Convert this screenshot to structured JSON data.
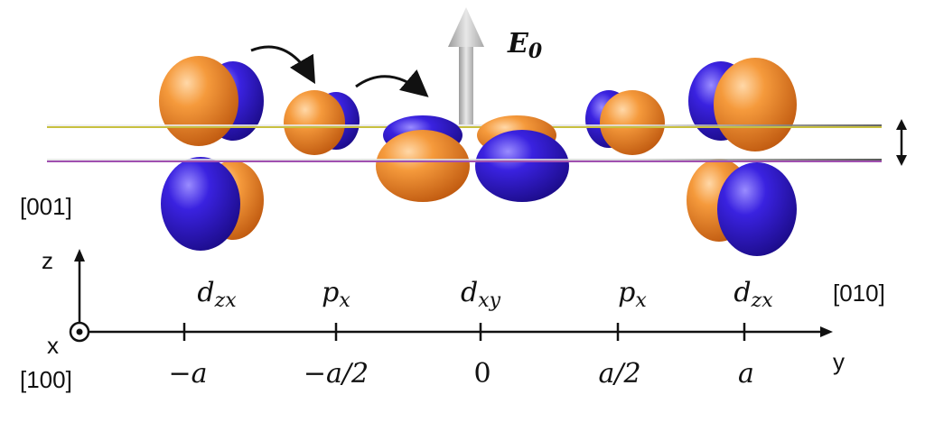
{
  "field": {
    "label": "E",
    "subscript": "0"
  },
  "directions": {
    "z_crystal": "[001]",
    "y_crystal": "[010]",
    "x_crystal": "[100]"
  },
  "axes": {
    "z": "z",
    "y": "y",
    "x": "x"
  },
  "orbitals": [
    {
      "base": "d",
      "sub": "zx"
    },
    {
      "base": "p",
      "sub": "x"
    },
    {
      "base": "d",
      "sub": "xy"
    },
    {
      "base": "p",
      "sub": "x"
    },
    {
      "base": "d",
      "sub": "zx"
    }
  ],
  "ticks": [
    "−a",
    "−a/2",
    "0",
    "a/2",
    "a"
  ],
  "colors": {
    "orange_lobe": "#f08a2c",
    "blue_lobe": "#3b1fd6",
    "top_plane_edge": "#c8c040",
    "bottom_plane_edge": "#a050b0",
    "field_arrow": "#b8b8b8"
  }
}
